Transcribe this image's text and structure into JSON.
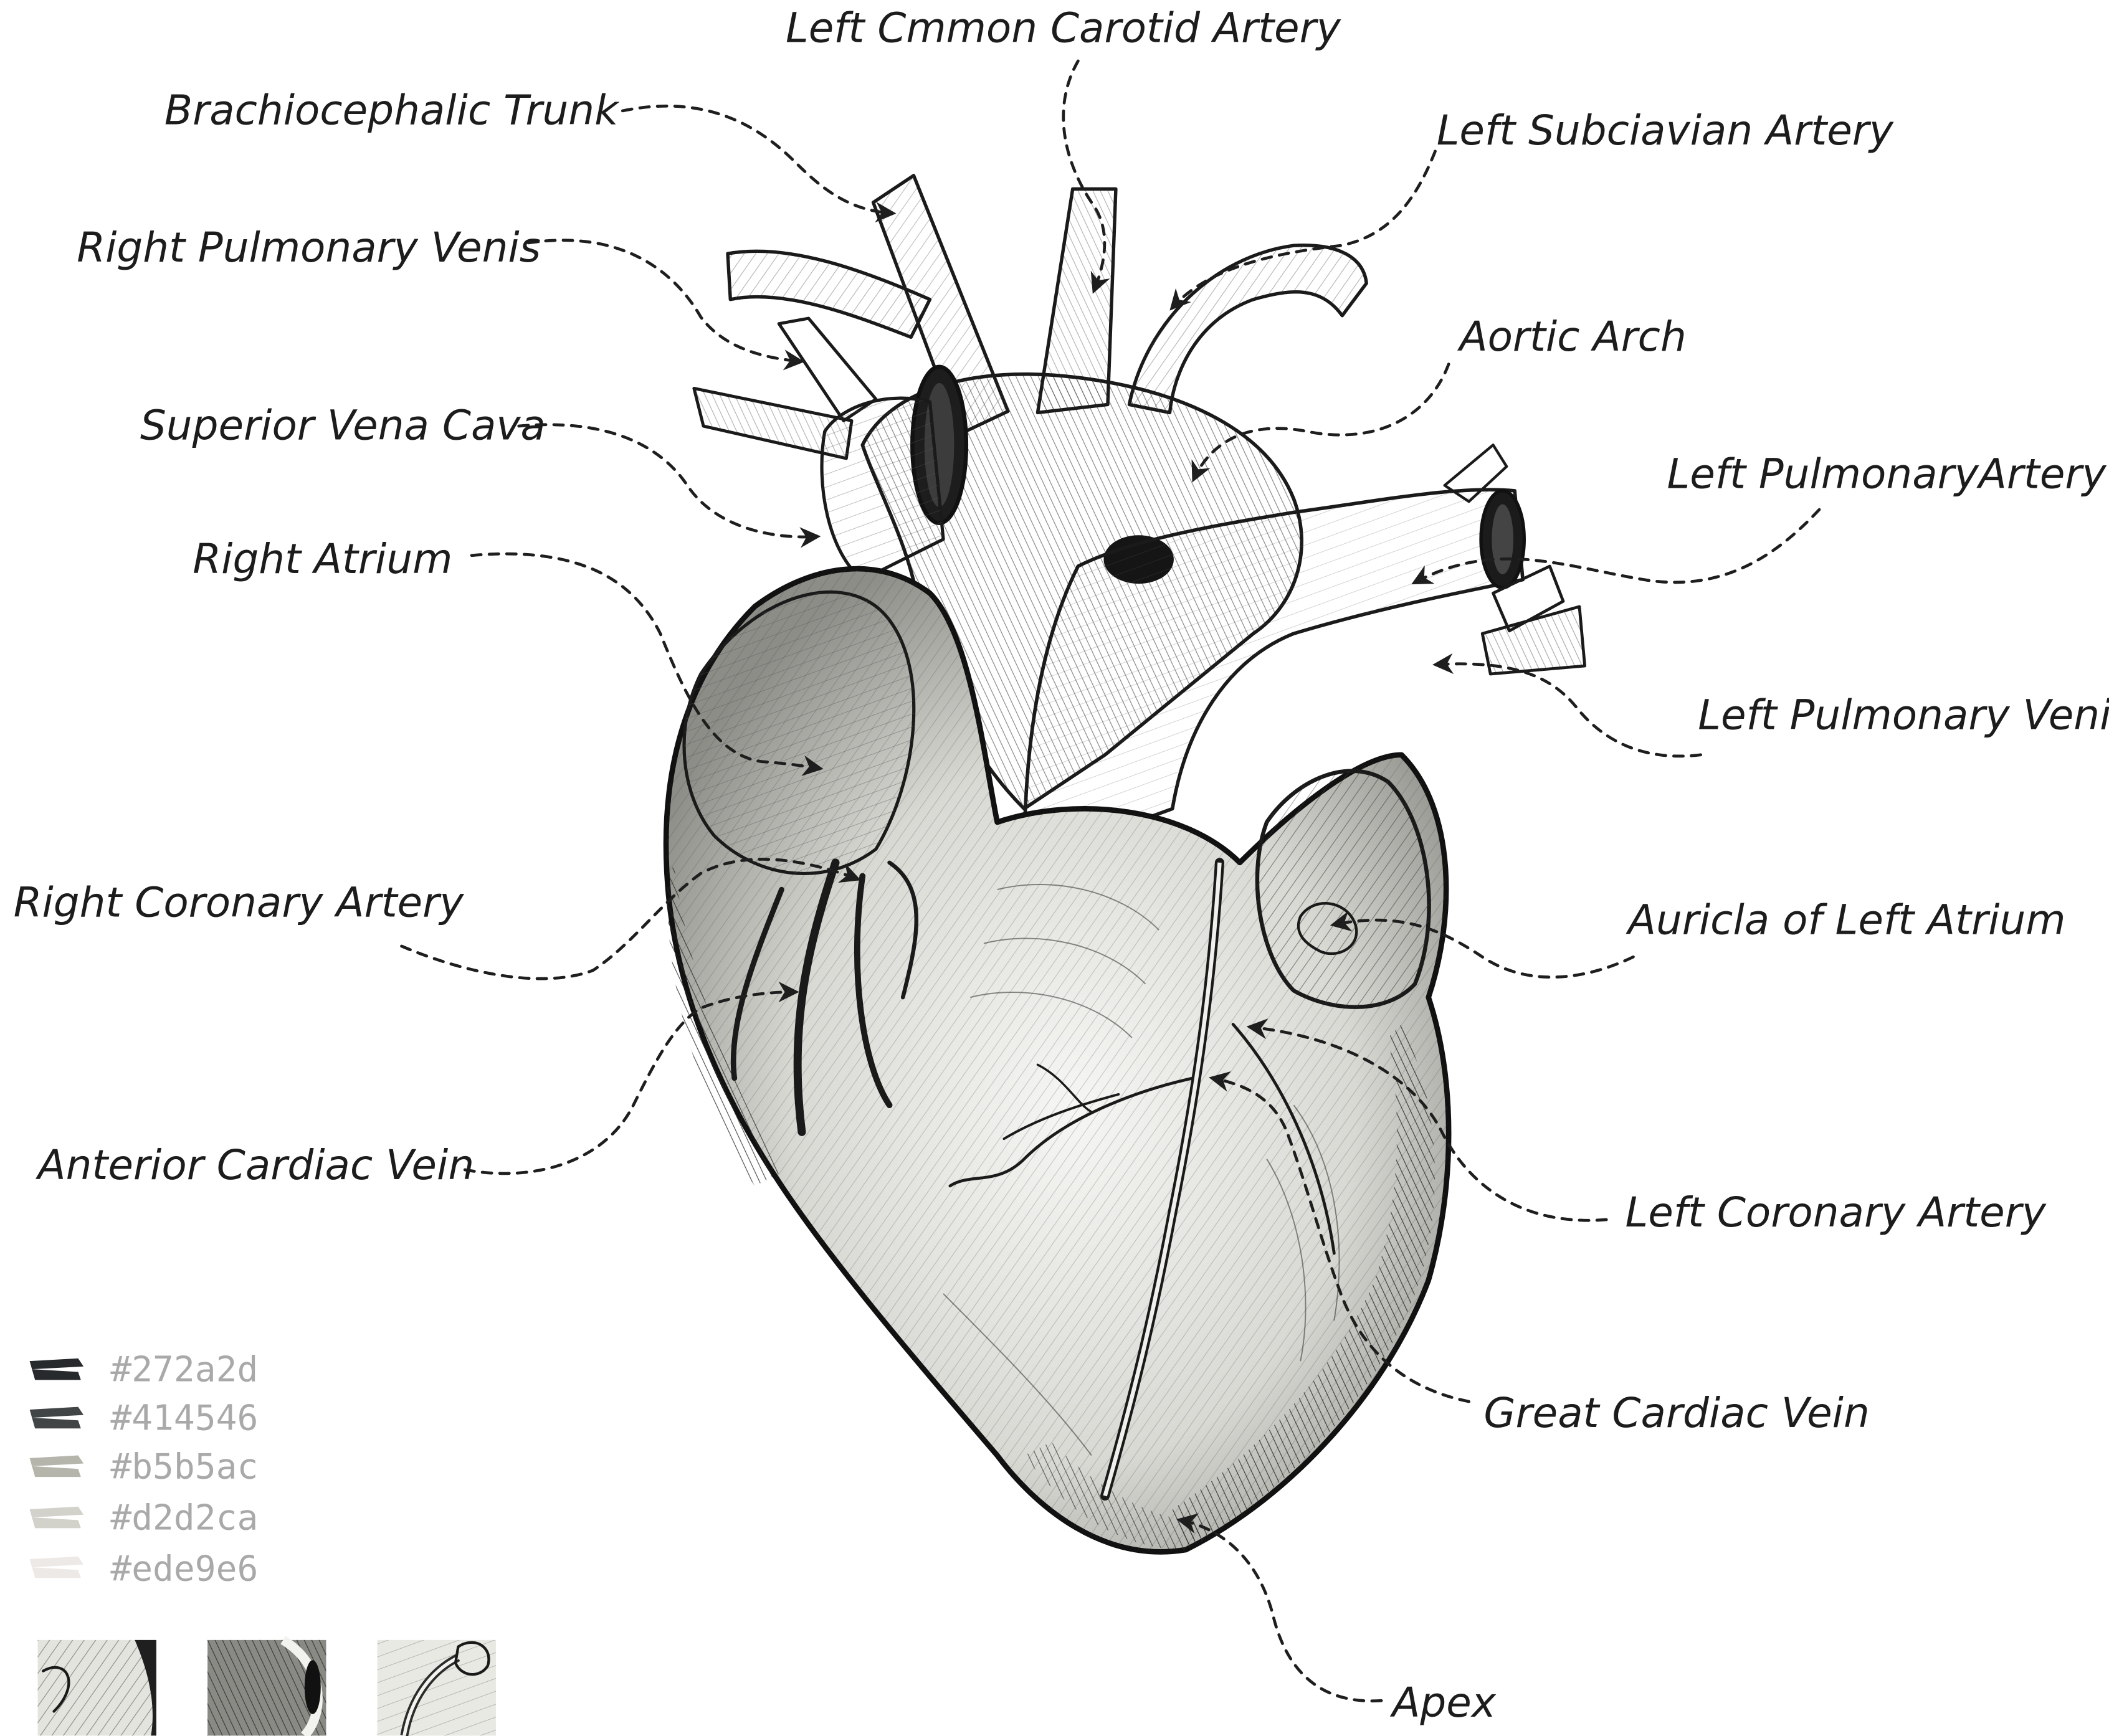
{
  "labels": {
    "left_common_carotid": "Left Cmmon Carotid Artery",
    "brachiocephalic": "Brachiocephalic Trunk",
    "left_subclavian": "Left Subciavian Artery",
    "right_pulmonary_venis": "Right Pulmonary Venis",
    "aortic_arch": "Aortic Arch",
    "superior_vena_cava": "Superior Vena Cava",
    "left_pulmonary_artery": "Left PulmonaryArtery",
    "right_atrium": "Right Atrium",
    "left_pulmonary_venis": "Left Pulmonary Venis",
    "right_coronary": "Right  Coronary Artery",
    "auricla_left_atrium": "Auricla of Left Atrium",
    "anterior_cardiac_vein": "Anterior Cardiac Vein",
    "left_coronary": "Left Coronary Artery",
    "great_cardiac_vein": "Great Cardiac Vein",
    "apex": "Apex"
  },
  "palette": [
    {
      "hex_label": "#272a2d",
      "color": "#272a2d"
    },
    {
      "hex_label": "#414546",
      "color": "#414546"
    },
    {
      "hex_label": "#b5b5ac",
      "color": "#b5b5ac"
    },
    {
      "hex_label": "#d2d2ca",
      "color": "#d2d2ca"
    },
    {
      "hex_label": "#ede9e6",
      "color": "#ede9e6"
    }
  ],
  "texture_swatches": [
    "light-hatch-texture",
    "dark-vessel-texture",
    "vein-detail-texture"
  ]
}
